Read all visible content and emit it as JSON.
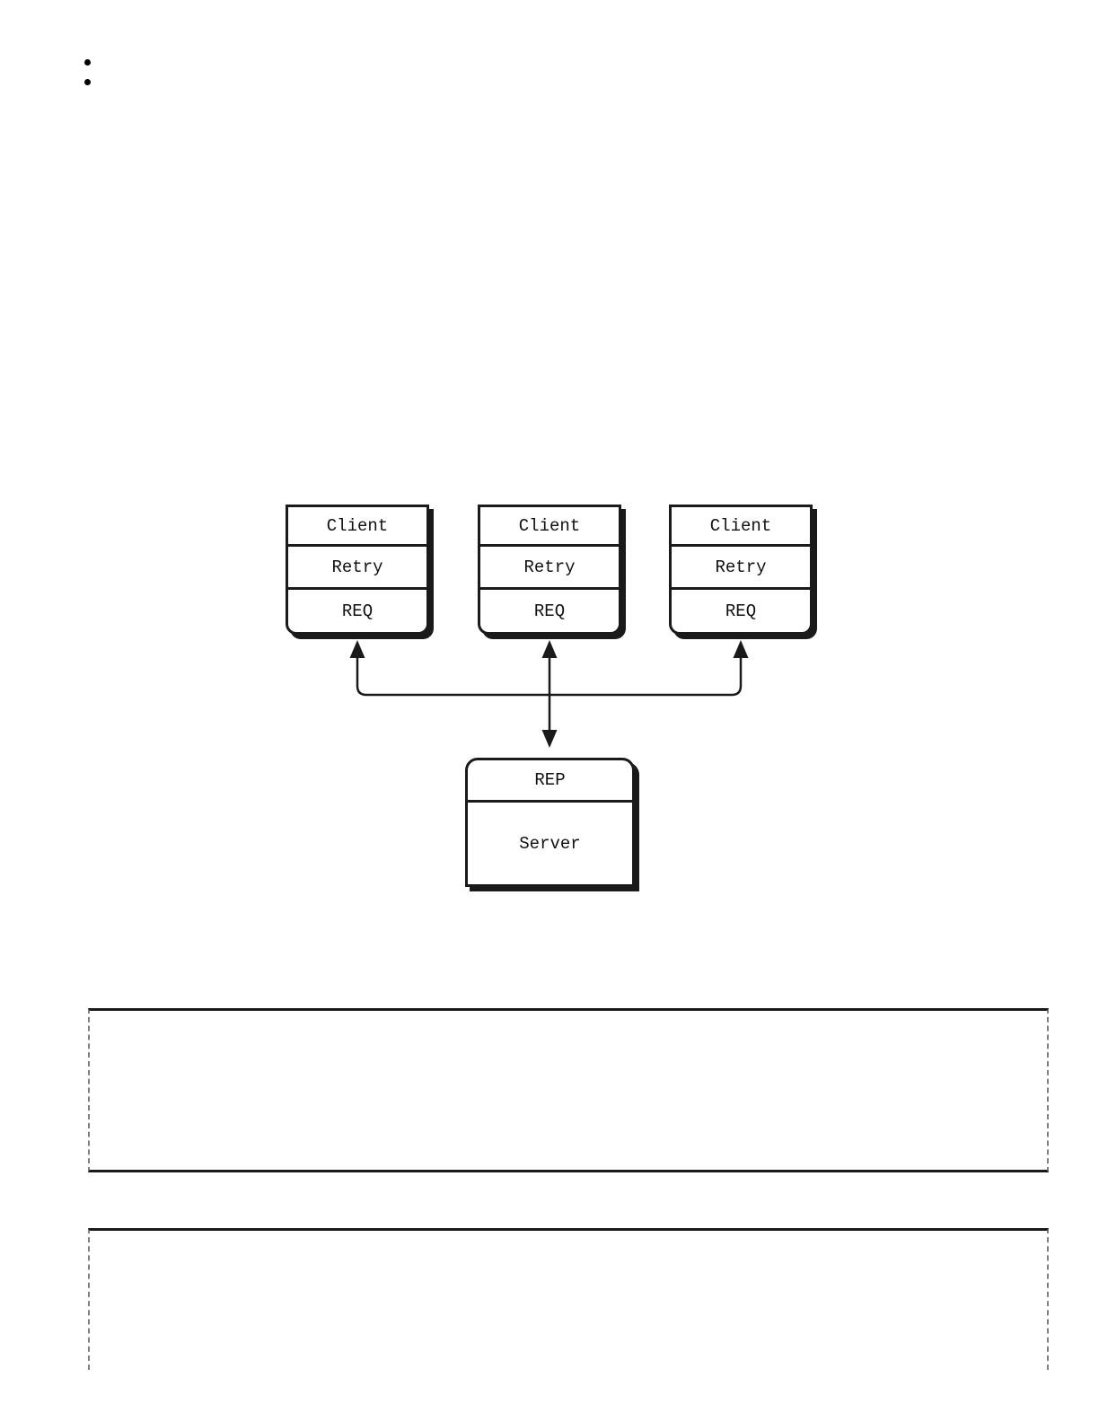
{
  "colors": {
    "stroke": "#1a1a1a",
    "dash": "#808080",
    "text": "#111111",
    "page_bg": "#ffffff"
  },
  "bullets": {
    "items": [
      {
        "label": ""
      },
      {
        "label": ""
      }
    ]
  },
  "figure": {
    "clients": [
      {
        "title": "Client",
        "layer": "Retry",
        "socket": "REQ"
      },
      {
        "title": "Client",
        "layer": "Retry",
        "socket": "REQ"
      },
      {
        "title": "Client",
        "layer": "Retry",
        "socket": "REQ"
      }
    ],
    "server": {
      "socket": "REP",
      "title": "Server"
    }
  },
  "code_blocks": [
    {
      "content": ""
    },
    {
      "content": ""
    }
  ]
}
